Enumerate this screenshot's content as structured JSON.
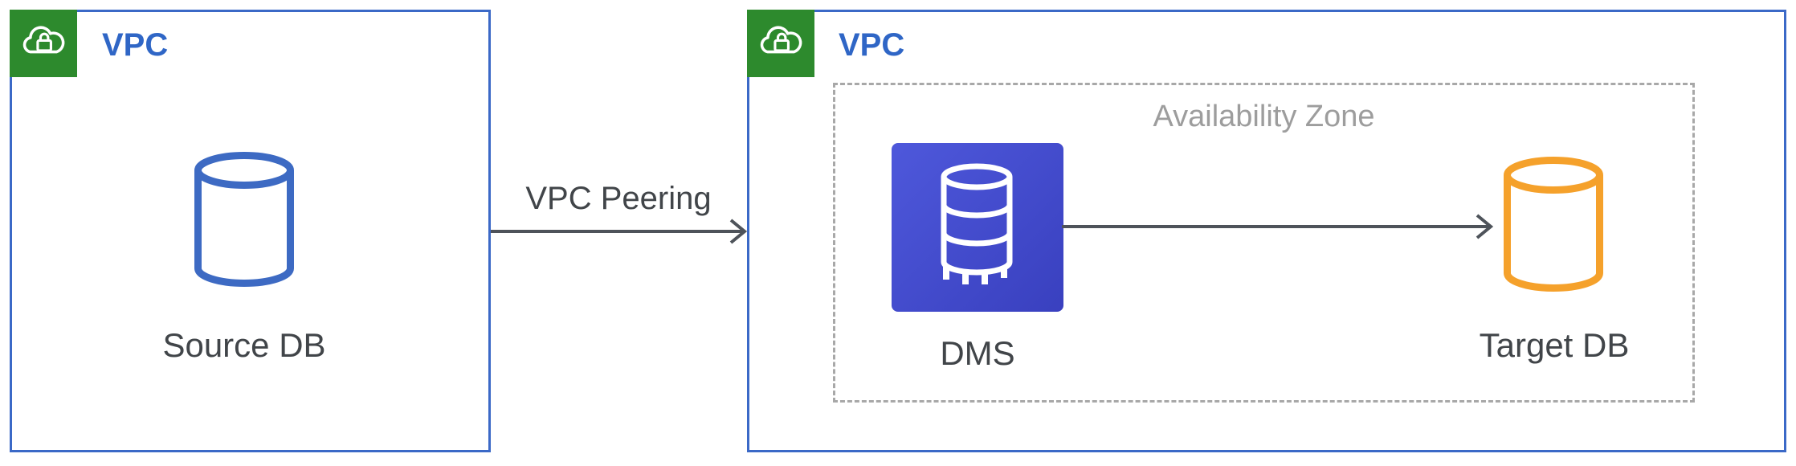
{
  "diagram": {
    "source_vpc": {
      "label": "VPC",
      "db": {
        "label": "Source DB"
      }
    },
    "peering": {
      "label": "VPC Peering"
    },
    "target_vpc": {
      "label": "VPC",
      "availability_zone": {
        "label": "Availability Zone"
      },
      "dms": {
        "label": "DMS"
      },
      "target_db": {
        "label": "Target DB"
      }
    }
  },
  "icons": {
    "vpc_badge": "cloud-lock-icon",
    "source_db": "database-cylinder-icon",
    "dms": "dms-database-migration-icon",
    "target_db": "database-cylinder-icon",
    "arrows": "right-arrow"
  },
  "colors": {
    "vpc_border_blue": "#3B69C7",
    "vpc_label_blue": "#2F66C6",
    "vpc_icon_green": "#2D8A2D",
    "source_db_blue": "#3D6AC3",
    "target_db_orange": "#F5A12B",
    "dms_gradient_start": "#4E58DB",
    "dms_gradient_end": "#3940BF",
    "arrow_gray": "#4E535A",
    "node_text_dark": "#414549",
    "az_gray": "#A8A8A8"
  }
}
